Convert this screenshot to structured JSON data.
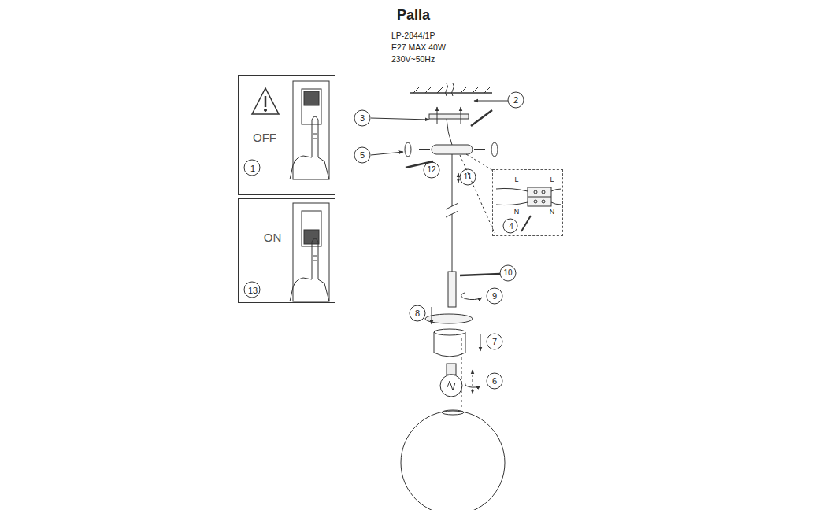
{
  "diagram": {
    "title": "Palla",
    "nodes": [
      {
        "text": [
          "OFF",
          "1"
        ]
      },
      {
        "text": [
          "ON",
          "13"
        ]
      },
      {
        "text": [
          "L",
          "L",
          "N",
          "N",
          "4"
        ]
      }
    ],
    "labels": [
      "LP-2844/1P",
      "E27 MAX 40W",
      "230V~50Hz",
      "2",
      "3",
      "5",
      "12",
      "11",
      "10",
      "9",
      "8",
      "7",
      "6"
    ]
  }
}
